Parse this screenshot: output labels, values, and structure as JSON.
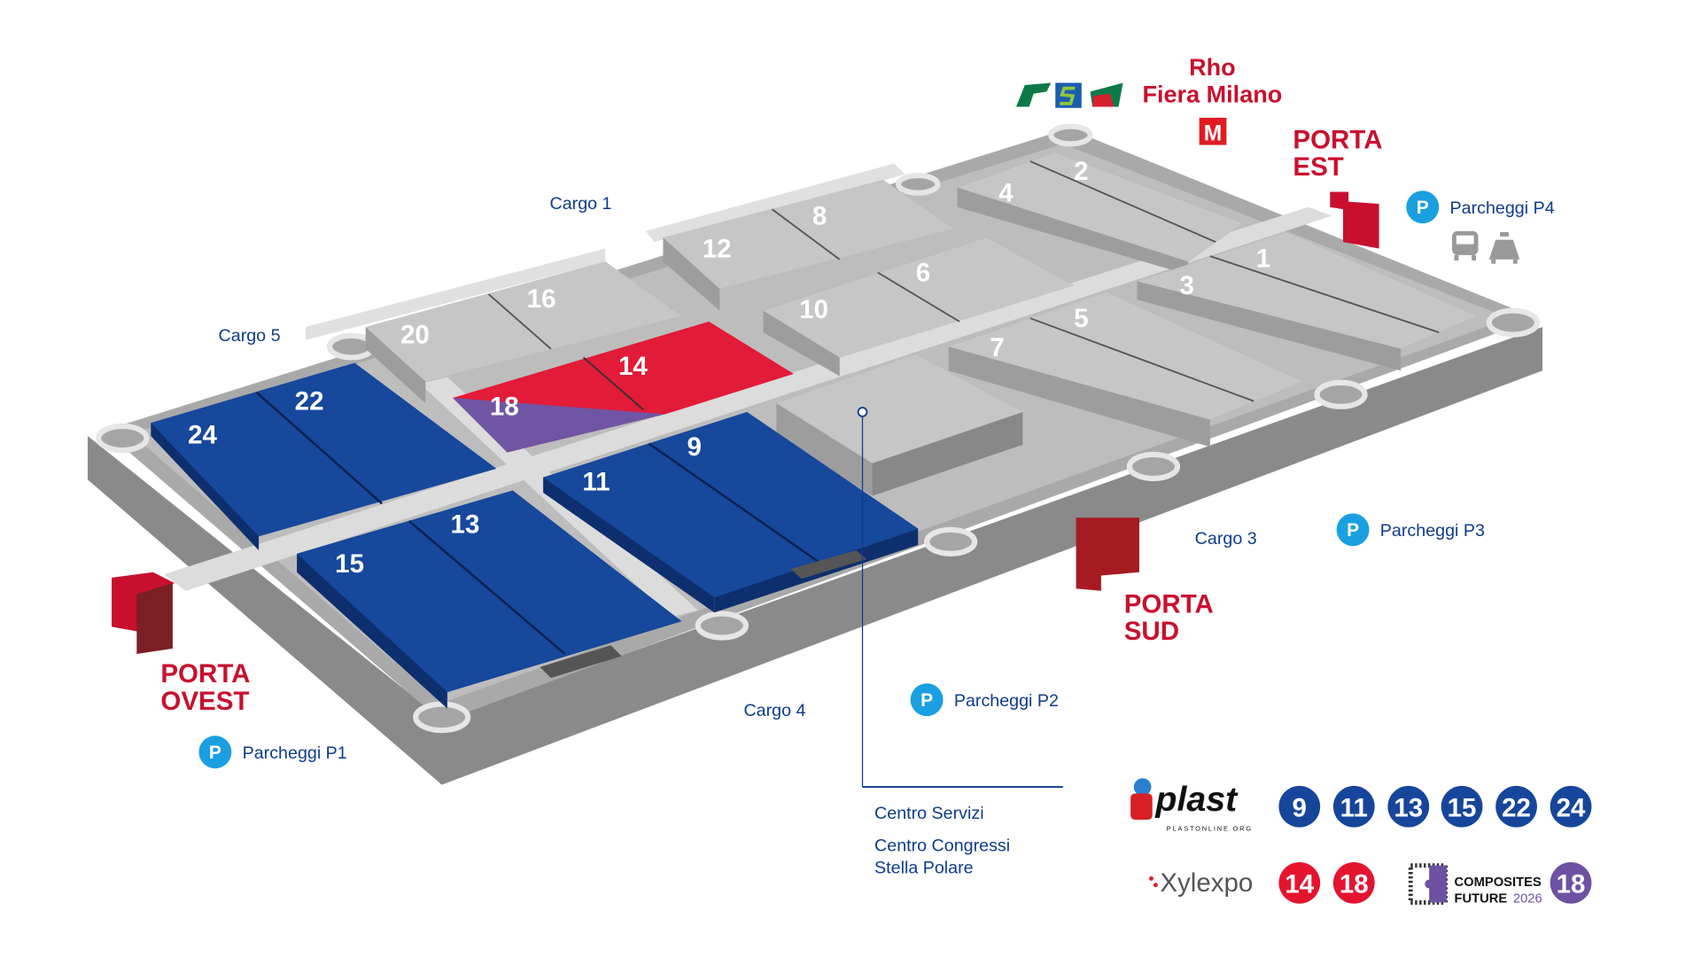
{
  "station": {
    "line1": "Rho",
    "line2": "Fiera Milano",
    "metro_icon": "M"
  },
  "gates": {
    "est": [
      "PORTA",
      "EST"
    ],
    "sud": [
      "PORTA",
      "SUD"
    ],
    "ovest": [
      "PORTA",
      "OVEST"
    ]
  },
  "cargo": {
    "c1": "Cargo 1",
    "c3": "Cargo 3",
    "c4": "Cargo 4",
    "c5": "Cargo 5"
  },
  "parking": {
    "p_icon": "P",
    "p1": "Parcheggi P1",
    "p2": "Parcheggi P2",
    "p3": "Parcheggi P3",
    "p4": "Parcheggi P4"
  },
  "halls": [
    "1",
    "2",
    "3",
    "4",
    "5",
    "6",
    "7",
    "8",
    "9",
    "10",
    "11",
    "12",
    "13",
    "14",
    "15",
    "16",
    "18",
    "20",
    "22",
    "24"
  ],
  "services": {
    "centro_servizi": "Centro Servizi",
    "congressi_1": "Centro Congressi",
    "congressi_2": "Stella Polare"
  },
  "legend": {
    "plast": {
      "logo": "plast",
      "sub": "PLASTONLINE.ORG",
      "halls": [
        "9",
        "11",
        "13",
        "15",
        "22",
        "24"
      ],
      "color": "#16469b"
    },
    "xylexpo": {
      "logo": "Xylexpo",
      "halls": [
        "14",
        "18"
      ],
      "color": "#e4142f"
    },
    "composites": {
      "logo_1": "COMPOSITES",
      "logo_2": "FUTURE",
      "logo_year": "2026",
      "halls": [
        "18"
      ],
      "color": "#6e51a2"
    }
  },
  "colors": {
    "blue": "#16489c",
    "red": "#e21b38",
    "purple": "#6f55a3",
    "gray": "#c4c4c4",
    "accent_red": "#c8102e",
    "parking": "#1a9fe0"
  }
}
